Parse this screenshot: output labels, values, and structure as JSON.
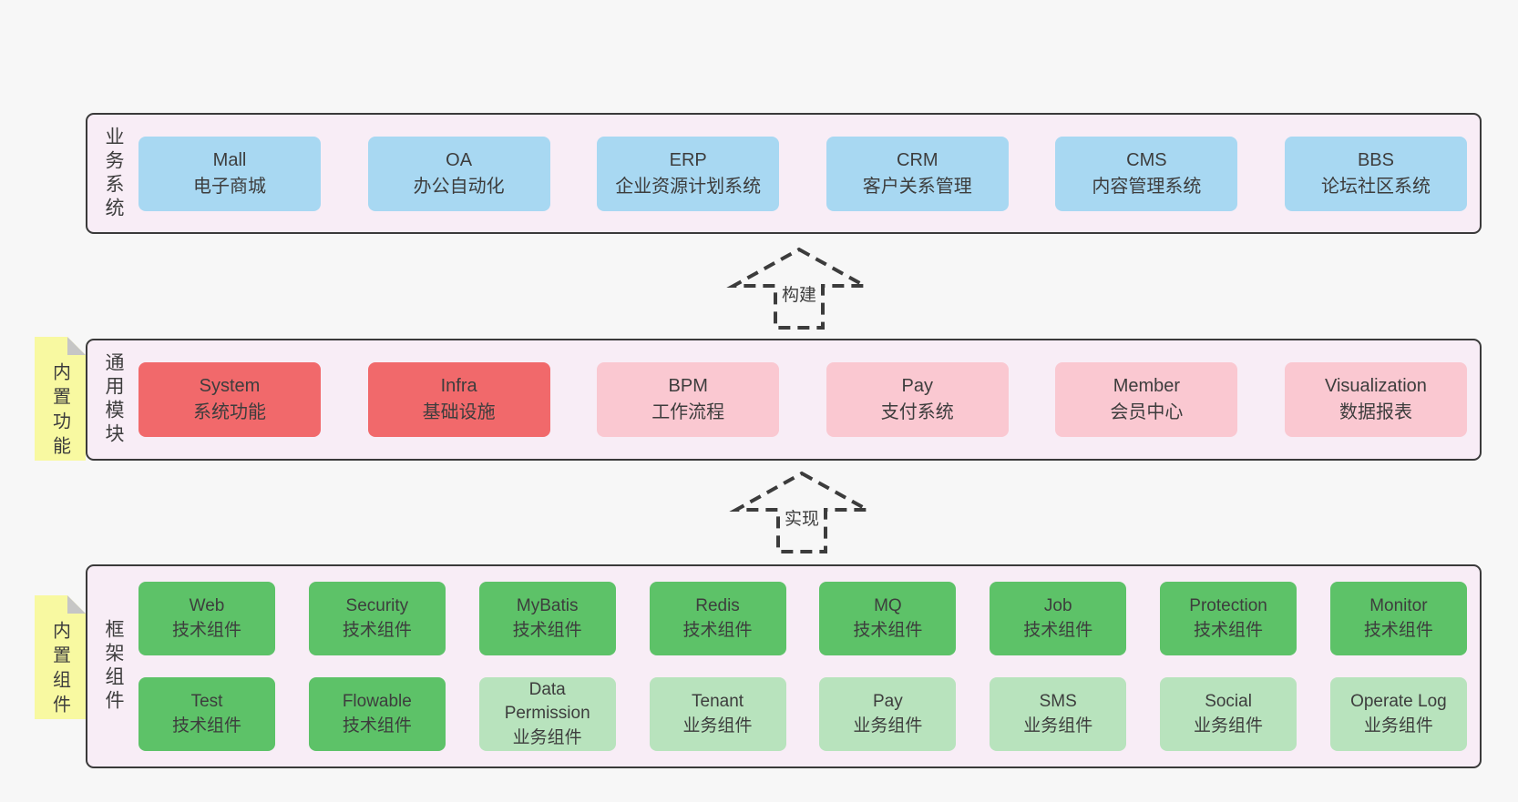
{
  "diagram": {
    "arrows": [
      {
        "label": "构建"
      },
      {
        "label": "实现"
      }
    ],
    "layers": {
      "business": {
        "label": "业务系统",
        "boxes": [
          {
            "title": "Mall",
            "subtitle": "电子商城"
          },
          {
            "title": "OA",
            "subtitle": "办公自动化"
          },
          {
            "title": "ERP",
            "subtitle": "企业资源计划系统"
          },
          {
            "title": "CRM",
            "subtitle": "客户关系管理"
          },
          {
            "title": "CMS",
            "subtitle": "内容管理系统"
          },
          {
            "title": "BBS",
            "subtitle": "论坛社区系统"
          }
        ]
      },
      "modules": {
        "label": "通用模块",
        "sticky": "内置功能",
        "boxes": [
          {
            "title": "System",
            "subtitle": "系统功能"
          },
          {
            "title": "Infra",
            "subtitle": "基础设施"
          },
          {
            "title": "BPM",
            "subtitle": "工作流程"
          },
          {
            "title": "Pay",
            "subtitle": "支付系统"
          },
          {
            "title": "Member",
            "subtitle": "会员中心"
          },
          {
            "title": "Visualization",
            "subtitle": "数据报表"
          }
        ]
      },
      "components": {
        "label": "框架组件",
        "sticky": "内置组件",
        "row1": [
          {
            "title": "Web",
            "subtitle": "技术组件"
          },
          {
            "title": "Security",
            "subtitle": "技术组件"
          },
          {
            "title": "MyBatis",
            "subtitle": "技术组件"
          },
          {
            "title": "Redis",
            "subtitle": "技术组件"
          },
          {
            "title": "MQ",
            "subtitle": "技术组件"
          },
          {
            "title": "Job",
            "subtitle": "技术组件"
          },
          {
            "title": "Protection",
            "subtitle": "技术组件"
          },
          {
            "title": "Monitor",
            "subtitle": "技术组件"
          }
        ],
        "row2": [
          {
            "title": "Test",
            "subtitle": "技术组件"
          },
          {
            "title": "Flowable",
            "subtitle": "技术组件"
          },
          {
            "title": "Data Permission",
            "subtitle": "业务组件"
          },
          {
            "title": "Tenant",
            "subtitle": "业务组件"
          },
          {
            "title": "Pay",
            "subtitle": "业务组件"
          },
          {
            "title": "SMS",
            "subtitle": "业务组件"
          },
          {
            "title": "Social",
            "subtitle": "业务组件"
          },
          {
            "title": "Operate Log",
            "subtitle": "业务组件"
          }
        ]
      }
    },
    "colors": {
      "page_bg": "#f7f7f7",
      "layer_bg": "#f8edf6",
      "layer_border": "#3a3a3a",
      "blue": "#a8d8f2",
      "red": "#f1696b",
      "pink": "#fac8d1",
      "green_dark": "#5dc268",
      "green_light": "#b8e3bd",
      "sticky_yellow": "#f8f9a1",
      "sticky_fold": "#c6c6c6",
      "text": "#3d3d3d"
    }
  }
}
